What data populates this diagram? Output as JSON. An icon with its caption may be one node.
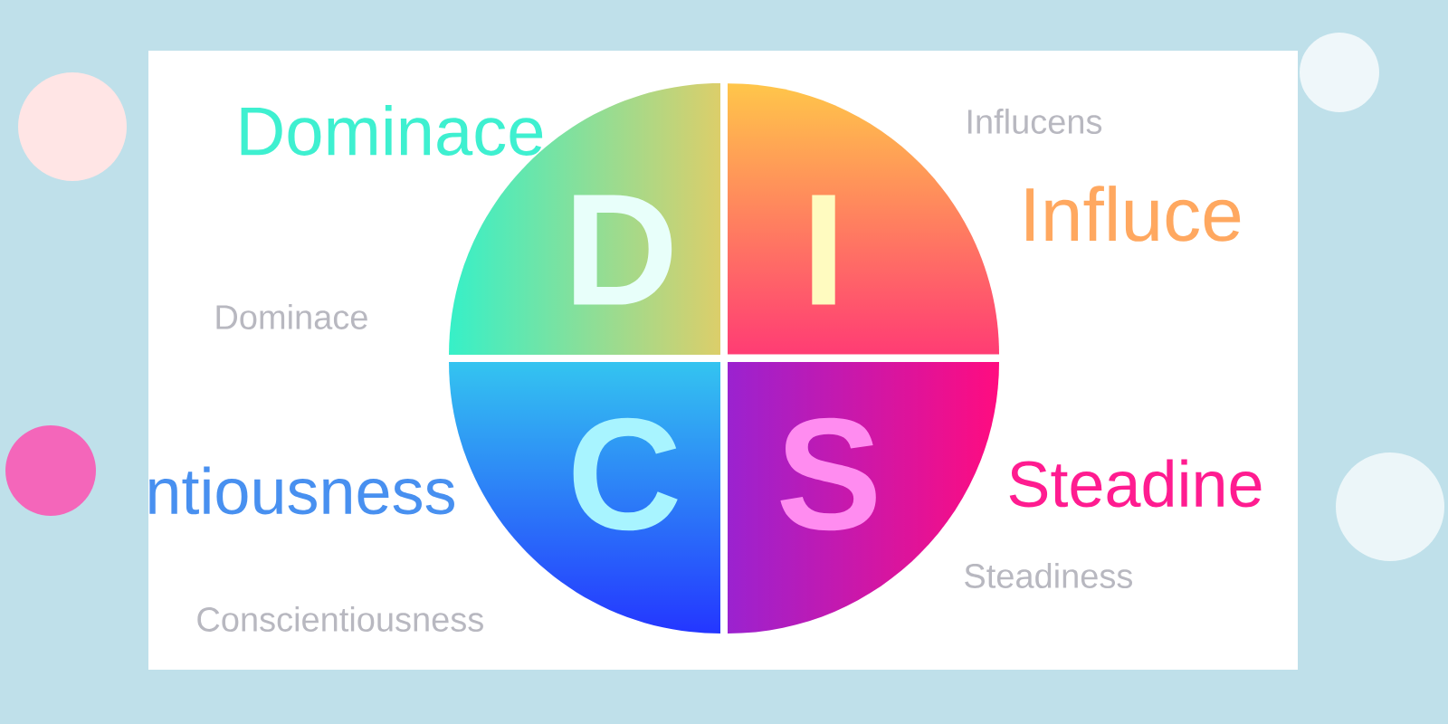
{
  "diagram": {
    "nodes": [
      {
        "text": [
          "D"
        ]
      },
      {
        "text": [
          "I"
        ]
      },
      {
        "text": [
          "C"
        ]
      },
      {
        "text": [
          "S"
        ]
      }
    ],
    "labels": [
      "Dominace",
      "Influcens",
      "Influce",
      "Dominace",
      "ntiousness",
      "Steadine",
      "Steadiness",
      "Conscientiousness"
    ]
  }
}
